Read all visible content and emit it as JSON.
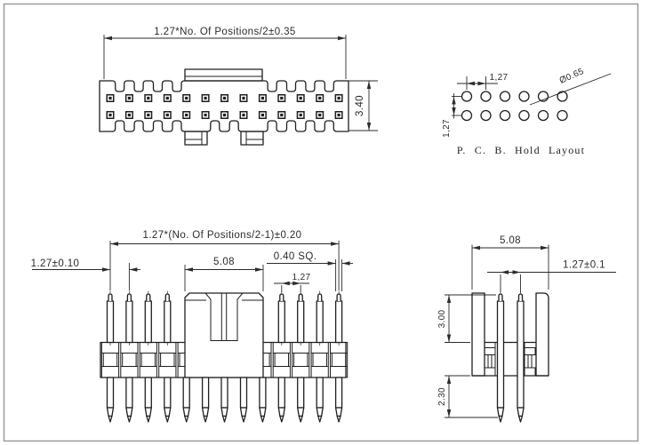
{
  "colors": {
    "line": "#1f1f1f",
    "dimension": "#2b2b2b",
    "frame_border": "#9b9b9b",
    "background": "#ffffff"
  },
  "top_view": {
    "width_dim": "1.27*No. Of Positions/2±0.35",
    "height_dim": "3.40",
    "contact_rows": 2,
    "contact_cols": 13
  },
  "pcb_layout": {
    "pitch_x": "1,27",
    "hole_dia": "Ø0.65",
    "pitch_y": "1,27",
    "caption": "P. C. B. Hold Layout",
    "hole_rows": 2,
    "hole_cols": 6
  },
  "front_view": {
    "span_dim": "1.27*(No. Of Positions/2-1)±0.20",
    "pitch_dim": "1.27±0.10",
    "shroud_dim": "5.08",
    "pin_section_dim": "0.40 SQ.",
    "pitch_small_dim": "1,27",
    "top_pin_count": 8,
    "bottom_pin_count": 13
  },
  "side_view": {
    "row_span_dim": "5.08",
    "pitch_dim": "1.27±0.1",
    "pin_height_dim": "3.00",
    "pin_tail_dim": "2.30"
  }
}
